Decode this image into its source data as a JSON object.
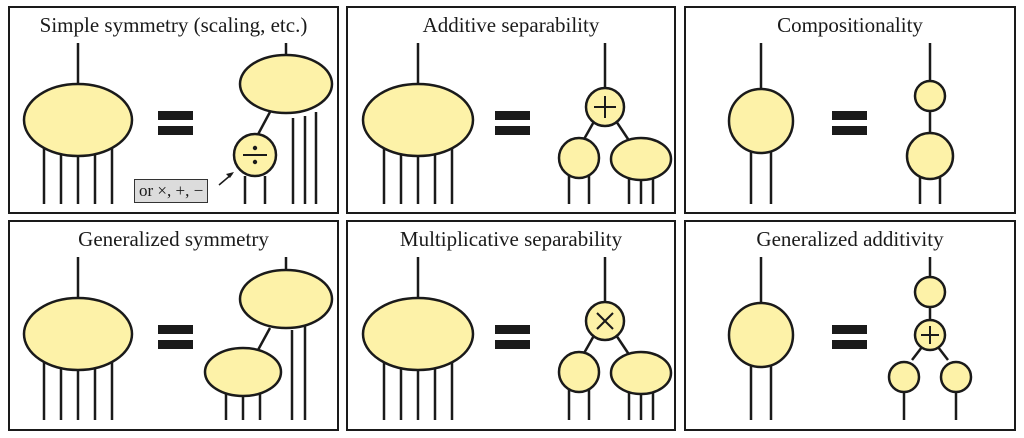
{
  "figure": {
    "node_fill": "#fdf2a8",
    "stroke": "#1a1a1a",
    "panels": [
      {
        "id": "simple-symmetry",
        "title": "Simple symmetry (scaling, etc.)",
        "operator": "÷",
        "annotation": "or ×, +, −"
      },
      {
        "id": "additive-separability",
        "title": "Additive separability",
        "operator": "+"
      },
      {
        "id": "compositionality",
        "title": "Compositionality"
      },
      {
        "id": "generalized-symmetry",
        "title": "Generalized symmetry"
      },
      {
        "id": "multiplicative-separability",
        "title": "Multiplicative separability",
        "operator": "×"
      },
      {
        "id": "generalized-additivity",
        "title": "Generalized additivity",
        "operator": "+"
      }
    ]
  }
}
